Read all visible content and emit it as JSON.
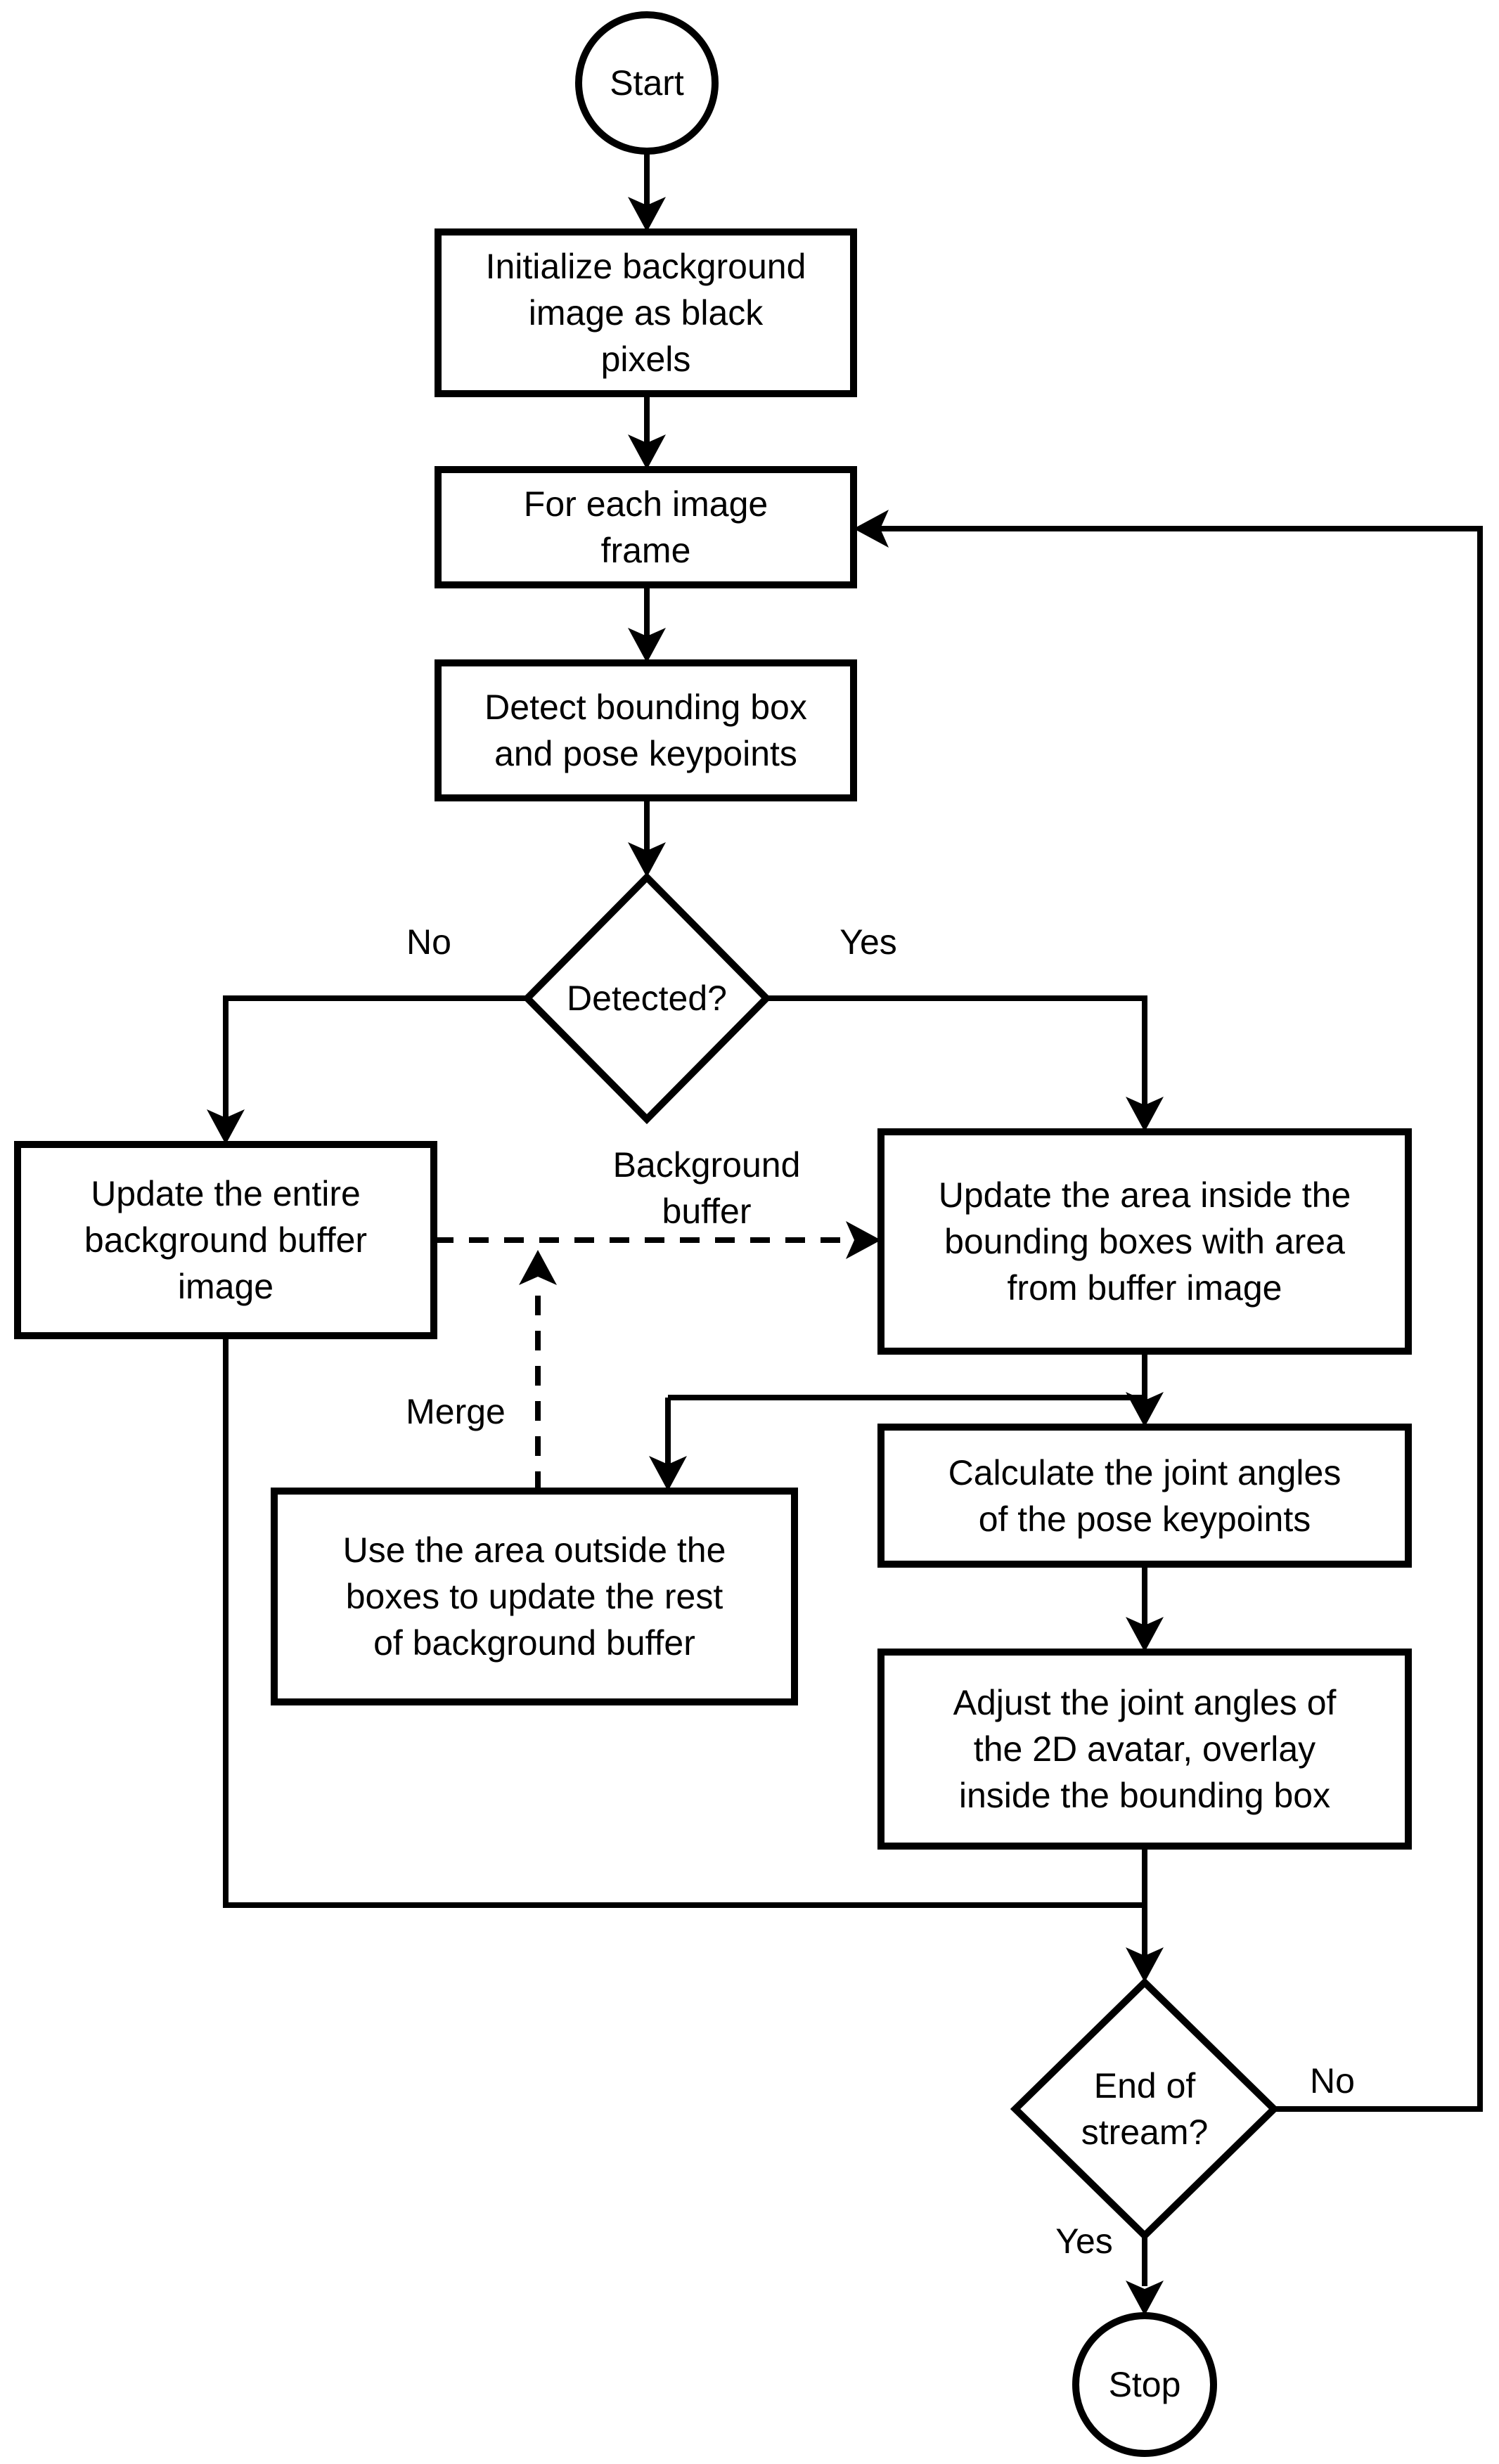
{
  "diagram": {
    "colors": {
      "background": "#ffffff",
      "stroke": "#000000",
      "text": "#000000"
    },
    "nodes": {
      "start": {
        "type": "terminator",
        "label": "Start"
      },
      "init_background": {
        "type": "process",
        "label": "Initialize background\nimage as black\npixels"
      },
      "for_each_frame": {
        "type": "process",
        "label": "For each image\nframe"
      },
      "detect_bbox": {
        "type": "process",
        "label": "Detect bounding box\nand pose keypoints"
      },
      "detected": {
        "type": "decision",
        "label": "Detected?"
      },
      "update_entire": {
        "type": "process",
        "label": "Update the entire\nbackground buffer\nimage"
      },
      "update_area": {
        "type": "process",
        "label": "Update the area inside the\nbounding boxes with area\nfrom buffer image"
      },
      "use_area": {
        "type": "process",
        "label": "Use the area outside the\nboxes to update the rest\nof background buffer"
      },
      "calculate_angles": {
        "type": "process",
        "label": "Calculate the joint angles\nof the pose keypoints"
      },
      "adjust_angles": {
        "type": "process",
        "label": "Adjust the joint angles of\nthe 2D avatar, overlay\ninside the bounding box"
      },
      "end_of_stream": {
        "type": "decision",
        "label": "End of\nstream?"
      },
      "stop": {
        "type": "terminator",
        "label": "Stop"
      }
    },
    "edge_labels": {
      "detected_no": "No",
      "detected_yes": "Yes",
      "background_buffer": "Background\nbuffer",
      "merge": "Merge",
      "end_no": "No",
      "end_yes": "Yes"
    }
  }
}
